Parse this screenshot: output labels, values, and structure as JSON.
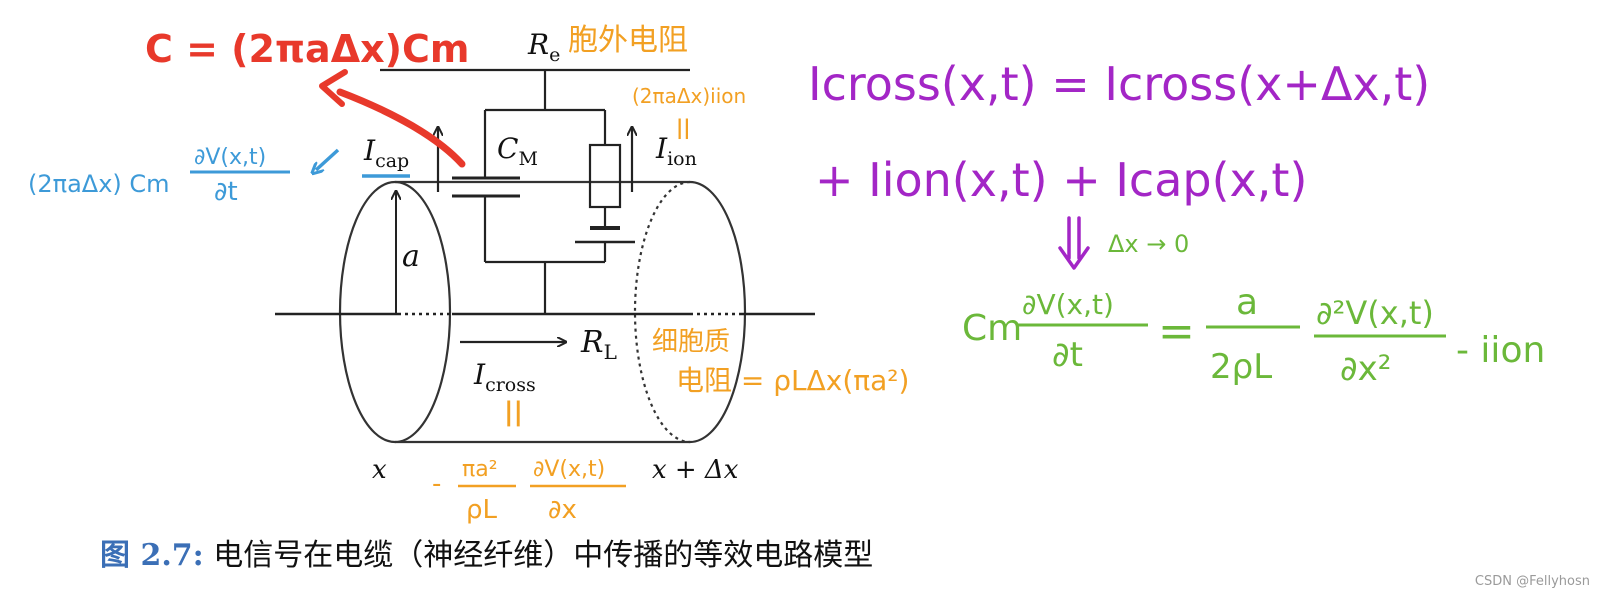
{
  "colors": {
    "ink": "#222222",
    "red": "#e8392b",
    "orange": "#f2a023",
    "blue": "#3d9ad8",
    "purple": "#a326c6",
    "green": "#6bb83a",
    "caption_blue": "#3b6fb6"
  },
  "circuit": {
    "Re_letter": "R",
    "Re_sub": "e",
    "Re_note": "胞外电阻",
    "RL_letter": "R",
    "RL_sub": "L",
    "CM_letter": "C",
    "CM_sub": "M",
    "Icap_letter": "I",
    "Icap_sub": "cap",
    "Iion_letter": "I",
    "Iion_sub": "ion",
    "Icross_letter": "I",
    "Icross_sub": "cross",
    "radius_label": "a",
    "x_left": "x",
    "x_right": "x + Δx"
  },
  "annotations": {
    "capacitance": "C = (2πaΔx)Cm",
    "ion_current": "(2πaΔx)iion",
    "equals_mark": "||",
    "cap_current_prefix": "(2πaΔx) Cm",
    "cap_current_num": "∂V(x,t)",
    "cap_current_den": "∂t",
    "intracellular_line1": "细胞质",
    "intracellular_line2": "电阻 = ρLΔx(πa²)",
    "cross_minus": "-",
    "cross_frac1_num": "πa²",
    "cross_frac1_den": "ρL",
    "cross_frac2_num": "∂V(x,t)",
    "cross_frac2_den": "∂x"
  },
  "equations": {
    "line1": "Icross(x,t) = Icross(x+Δx,t)",
    "line2": "+ Iion(x,t) + Icap(x,t)",
    "limit": "Δx → 0",
    "cable_lhs_prefix": "Cm",
    "cable_lhs_num": "∂V(x,t)",
    "cable_lhs_den": "∂t",
    "cable_eq": "=",
    "cable_a_num": "a",
    "cable_a_den": "2ρL",
    "cable_rhs_num": "∂²V(x,t)",
    "cable_rhs_den": "∂x²",
    "cable_tail": "- iion"
  },
  "caption": {
    "number": "图 2.7:",
    "text": "电信号在电缆（神经纤维）中传播的等效电路模型"
  },
  "watermark": "CSDN @Fellyhosn"
}
